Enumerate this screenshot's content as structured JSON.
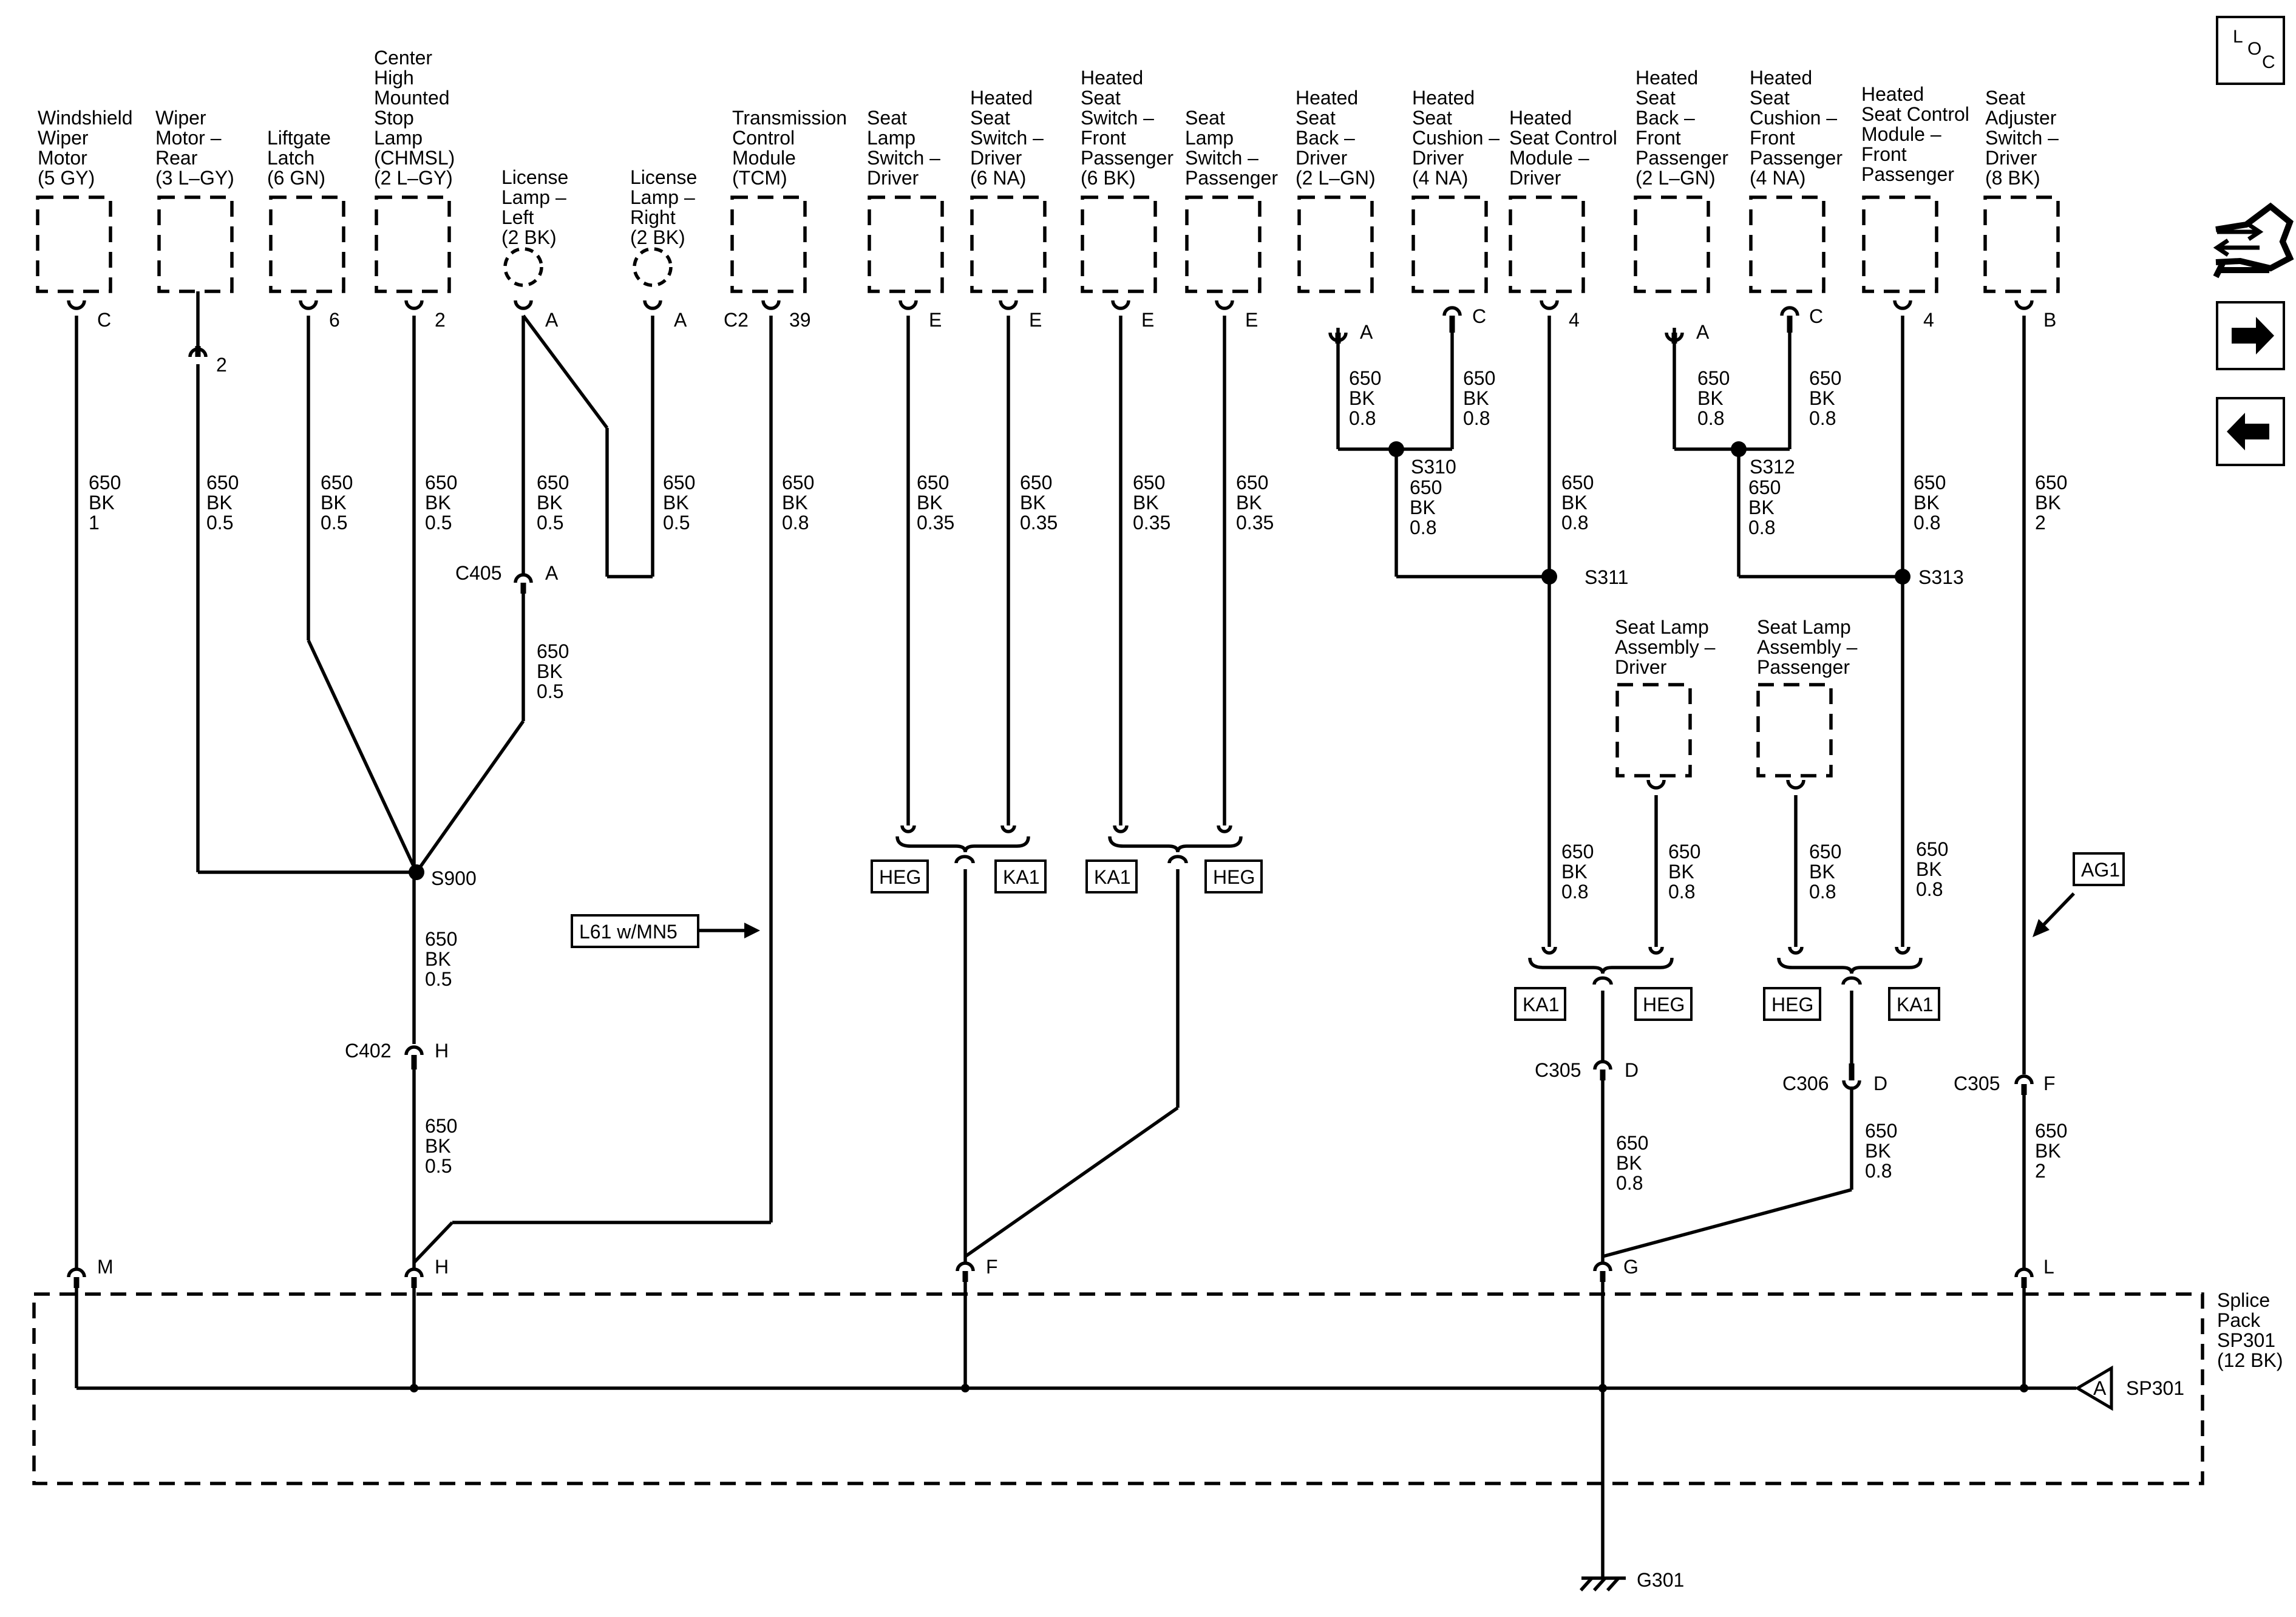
{
  "nav": {
    "loc": {
      "l": "L",
      "o": "O",
      "c": "C"
    }
  },
  "components": {
    "windshield_wiper": [
      "Windshield",
      "Wiper",
      "Motor",
      "(5 GY)"
    ],
    "wiper_rear": [
      "Wiper",
      "Motor –",
      "Rear",
      "(3 L–GY)"
    ],
    "liftgate": [
      "Liftgate",
      "Latch",
      "(6 GN)"
    ],
    "chmsl": [
      "Center",
      "High",
      "Mounted",
      "Stop",
      "Lamp",
      "(CHMSL)",
      "(2 L–GY)"
    ],
    "lic_left": [
      "License",
      "Lamp –",
      "Left",
      "(2 BK)"
    ],
    "lic_right": [
      "License",
      "Lamp –",
      "Right",
      "(2 BK)"
    ],
    "tcm": [
      "Transmission",
      "Control",
      "Module",
      "(TCM)"
    ],
    "slsw_drv": [
      "Seat",
      "Lamp",
      "Switch –",
      "Driver"
    ],
    "hss_drv": [
      "Heated",
      "Seat",
      "Switch –",
      "Driver",
      "(6 NA)"
    ],
    "hss_pass": [
      "Heated",
      "Seat",
      "Switch –",
      "Front",
      "Passenger",
      "(6 BK)"
    ],
    "slsw_pass": [
      "Seat",
      "Lamp",
      "Switch –",
      "Passenger"
    ],
    "hsb_drv": [
      "Heated",
      "Seat",
      "Back –",
      "Driver",
      "(2 L–GN)"
    ],
    "hsc_drv": [
      "Heated",
      "Seat",
      "Cushion –",
      "Driver",
      "(4 NA)"
    ],
    "hscm_drv": [
      "Heated",
      "Seat Control",
      "Module –",
      "Driver"
    ],
    "hsb_pass": [
      "Heated",
      "Seat",
      "Back –",
      "Front",
      "Passenger",
      "(2 L–GN)"
    ],
    "hsc_pass": [
      "Heated",
      "Seat",
      "Cushion –",
      "Front",
      "Passenger",
      "(4 NA)"
    ],
    "hscm_pass": [
      "Heated",
      "Seat Control",
      "Module –",
      "Front",
      "Passenger"
    ],
    "seat_adj": [
      "Seat",
      "Adjuster",
      "Switch –",
      "Driver",
      "(8 BK)"
    ],
    "slamp_drv": [
      "Seat Lamp",
      "Assembly –",
      "Driver"
    ],
    "slamp_pass": [
      "Seat Lamp",
      "Assembly –",
      "Passenger"
    ],
    "splice_pack": [
      "Splice",
      "Pack",
      "SP301",
      "(12 BK)"
    ]
  },
  "pins": {
    "p_c1": "C",
    "p_2a": "2",
    "p_6": "6",
    "p_2b": "2",
    "p_a1": "A",
    "p_a2": "A",
    "p_c2": "C2",
    "p_39": "39",
    "p_e1": "E",
    "p_e2": "E",
    "p_e3": "E",
    "p_e4": "E",
    "p_a3": "A",
    "p_c3": "C",
    "p_4a": "4",
    "p_a4": "A",
    "p_c4": "C",
    "p_4b": "4",
    "p_b": "B",
    "p_a5": "A",
    "p_h1": "H",
    "p_d1": "D",
    "p_d2": "D",
    "p_f1": "F",
    "p_m": "M",
    "p_h2": "H",
    "p_f2": "F",
    "p_g": "G",
    "p_l": "L",
    "p_sp_a": "A"
  },
  "wires": {
    "w1": [
      "650",
      "BK",
      "1"
    ],
    "w2": [
      "650",
      "BK",
      "0.5"
    ],
    "w3": [
      "650",
      "BK",
      "0.5"
    ],
    "w4": [
      "650",
      "BK",
      "0.5"
    ],
    "w5": [
      "650",
      "BK",
      "0.5"
    ],
    "w6": [
      "650",
      "BK",
      "0.5"
    ],
    "w7": [
      "650",
      "BK",
      "0.8"
    ],
    "w8": [
      "650",
      "BK",
      "0.35"
    ],
    "w9": [
      "650",
      "BK",
      "0.35"
    ],
    "w10": [
      "650",
      "BK",
      "0.35"
    ],
    "w11": [
      "650",
      "BK",
      "0.35"
    ],
    "w12": [
      "650",
      "BK",
      "0.8"
    ],
    "w13": [
      "650",
      "BK",
      "0.8"
    ],
    "w14": [
      "650",
      "BK",
      "0.8"
    ],
    "w15": [
      "650",
      "BK",
      "0.8"
    ],
    "w16": [
      "650",
      "BK",
      "0.8"
    ],
    "w17": [
      "650",
      "BK",
      "0.8"
    ],
    "w18": [
      "650",
      "BK",
      "0.8"
    ],
    "w19": [
      "650",
      "BK",
      "0.8"
    ],
    "w20": [
      "650",
      "BK",
      "2"
    ],
    "w21": [
      "650",
      "BK",
      "0.5"
    ],
    "w22": [
      "650",
      "BK",
      "0.5"
    ],
    "w23": [
      "650",
      "BK",
      "0.5"
    ],
    "w24": [
      "650",
      "BK",
      "0.8"
    ],
    "w25": [
      "650",
      "BK",
      "0.8"
    ],
    "w26": [
      "650",
      "BK",
      "0.8"
    ],
    "w27": [
      "650",
      "BK",
      "0.8"
    ],
    "w28": [
      "650",
      "BK",
      "0.8"
    ],
    "w29": [
      "650",
      "BK",
      "0.8"
    ],
    "w30": [
      "650",
      "BK",
      "2"
    ]
  },
  "connectors": {
    "c405": "C405",
    "c402": "C402",
    "c305a": "C305",
    "c306": "C306",
    "c305b": "C305"
  },
  "splices": {
    "s900": "S900",
    "s310": "S310",
    "s311": "S311",
    "s312": "S312",
    "s313": "S313",
    "sp301": "SP301"
  },
  "ground": {
    "g301": "G301"
  },
  "options": {
    "heg1": "HEG",
    "ka1a": "KA1",
    "ka1b": "KA1",
    "heg2": "HEG",
    "ka1c": "KA1",
    "heg3": "HEG",
    "heg4": "HEG",
    "ka1d": "KA1",
    "l61": "L61 w/MN5",
    "ag1": "AG1"
  }
}
